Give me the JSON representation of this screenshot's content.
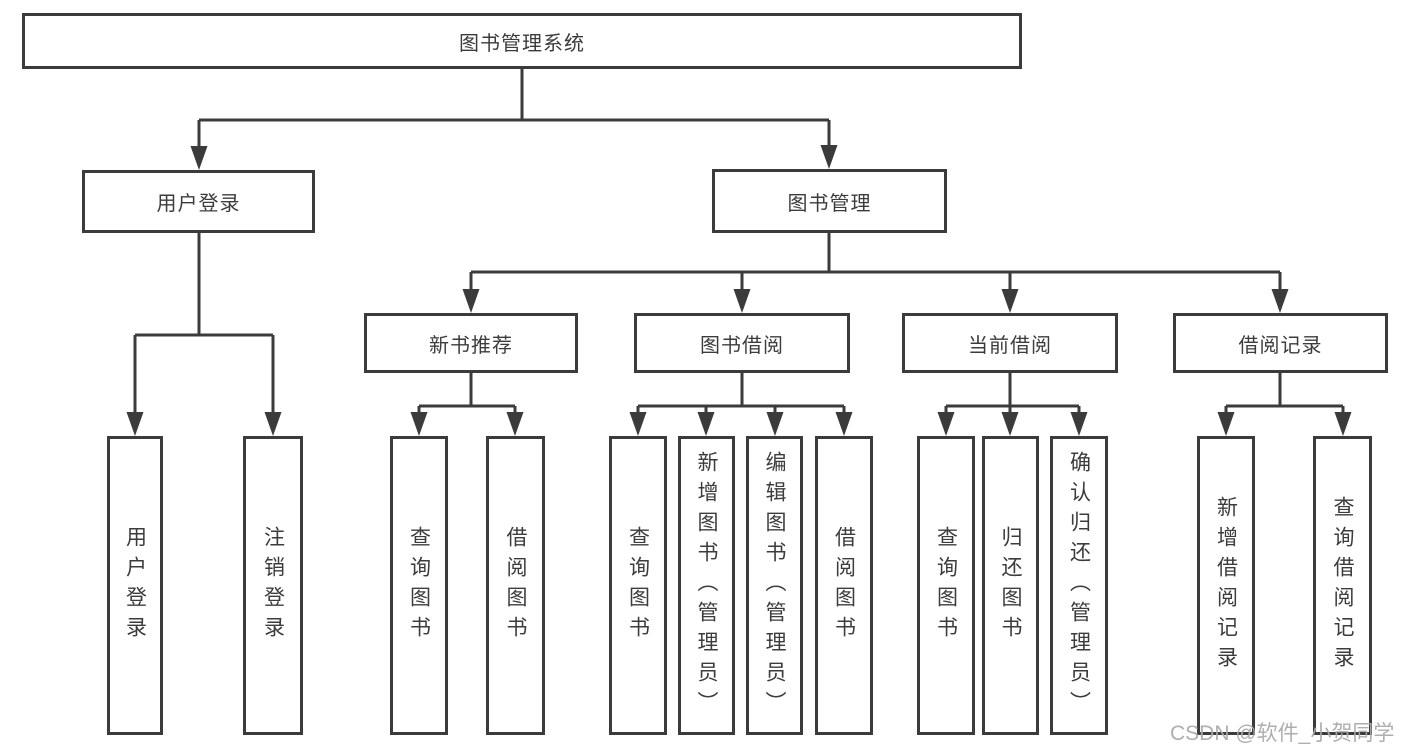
{
  "diagram": {
    "title": "图书管理系统",
    "watermark": "CSDN @软件_小贺同学",
    "colors": {
      "line": "#3b3b3b",
      "border": "#3b3b3b",
      "text": "#3c3c3c",
      "background": "#ffffff",
      "watermark": "#aaaaaa"
    },
    "nodes": {
      "root": {
        "label": "图书管理系统",
        "parent": null
      },
      "user_login": {
        "label": "用户登录",
        "parent": "root"
      },
      "book_mgmt": {
        "label": "图书管理",
        "parent": "root"
      },
      "new_book_rec": {
        "label": "新书推荐",
        "parent": "book_mgmt"
      },
      "book_borrow": {
        "label": "图书借阅",
        "parent": "book_mgmt"
      },
      "current_borrow": {
        "label": "当前借阅",
        "parent": "book_mgmt"
      },
      "borrow_records": {
        "label": "借阅记录",
        "parent": "book_mgmt"
      },
      "leaf_user_login": {
        "label": "用户登录",
        "parent": "user_login"
      },
      "leaf_logout": {
        "label": "注销登录",
        "parent": "user_login"
      },
      "leaf_nbr_query": {
        "label": "查询图书",
        "parent": "new_book_rec"
      },
      "leaf_nbr_borrow": {
        "label": "借阅图书",
        "parent": "new_book_rec"
      },
      "leaf_bb_query": {
        "label": "查询图书",
        "parent": "book_borrow"
      },
      "leaf_bb_add": {
        "label": "新增图书（管理员）",
        "parent": "book_borrow"
      },
      "leaf_bb_edit": {
        "label": "编辑图书（管理员）",
        "parent": "book_borrow"
      },
      "leaf_bb_borrow": {
        "label": "借阅图书",
        "parent": "book_borrow"
      },
      "leaf_cb_query": {
        "label": "查询图书",
        "parent": "current_borrow"
      },
      "leaf_cb_return": {
        "label": "归还图书",
        "parent": "current_borrow"
      },
      "leaf_cb_confirm": {
        "label": "确认归还（管理员）",
        "parent": "current_borrow"
      },
      "leaf_br_add": {
        "label": "新增借阅记录",
        "parent": "borrow_records"
      },
      "leaf_br_query": {
        "label": "查询借阅记录",
        "parent": "borrow_records"
      }
    }
  }
}
